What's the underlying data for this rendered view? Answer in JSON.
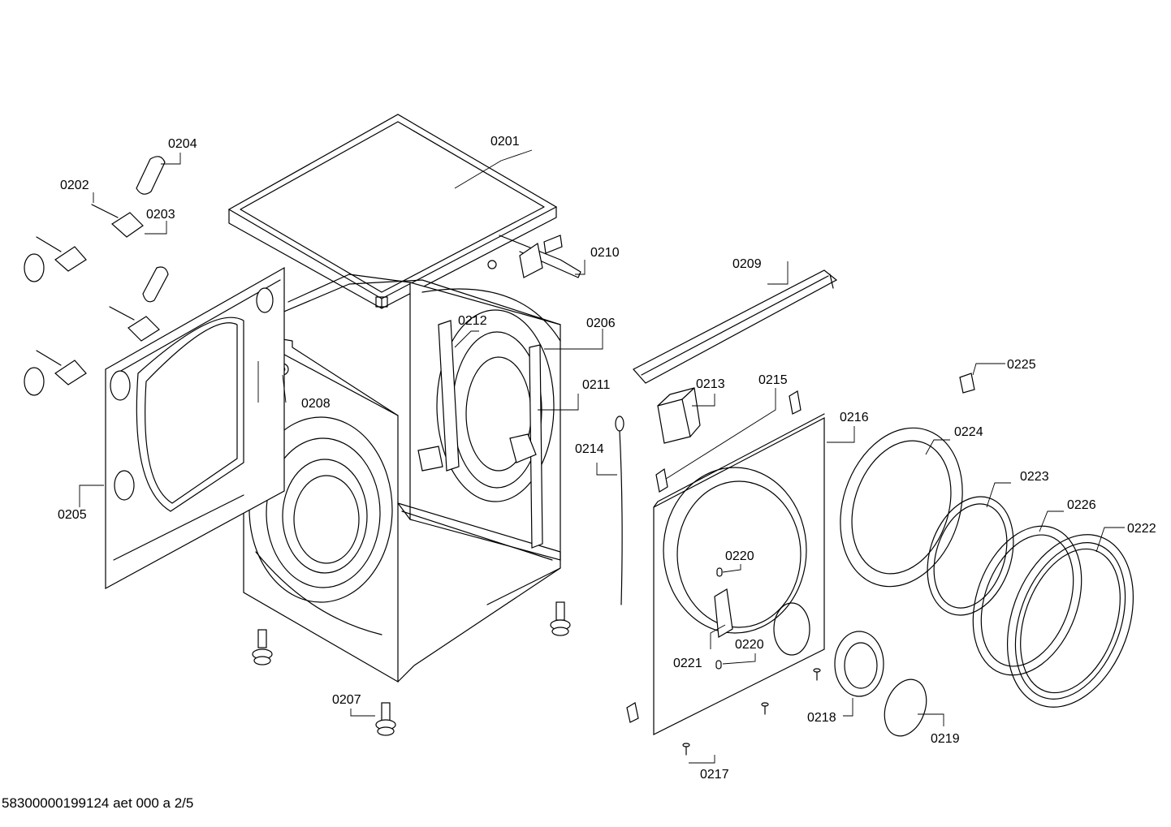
{
  "document_code": "58300000199124 aet 000 a 2/5",
  "parts": [
    {
      "id": "p0201",
      "label": "0201"
    },
    {
      "id": "p0202",
      "label": "0202"
    },
    {
      "id": "p0203",
      "label": "0203"
    },
    {
      "id": "p0204",
      "label": "0204"
    },
    {
      "id": "p0205",
      "label": "0205"
    },
    {
      "id": "p0206",
      "label": "0206"
    },
    {
      "id": "p0207",
      "label": "0207"
    },
    {
      "id": "p0208",
      "label": "0208"
    },
    {
      "id": "p0209",
      "label": "0209"
    },
    {
      "id": "p0210",
      "label": "0210"
    },
    {
      "id": "p0211",
      "label": "0211"
    },
    {
      "id": "p0212",
      "label": "0212"
    },
    {
      "id": "p0213",
      "label": "0213"
    },
    {
      "id": "p0214",
      "label": "0214"
    },
    {
      "id": "p0215",
      "label": "0215"
    },
    {
      "id": "p0216",
      "label": "0216"
    },
    {
      "id": "p0217",
      "label": "0217"
    },
    {
      "id": "p0218",
      "label": "0218"
    },
    {
      "id": "p0219",
      "label": "0219"
    },
    {
      "id": "p0220a",
      "label": "0220"
    },
    {
      "id": "p0220b",
      "label": "0220"
    },
    {
      "id": "p0221",
      "label": "0221"
    },
    {
      "id": "p0222",
      "label": "0222"
    },
    {
      "id": "p0223",
      "label": "0223"
    },
    {
      "id": "p0224",
      "label": "0224"
    },
    {
      "id": "p0225",
      "label": "0225"
    },
    {
      "id": "p0226",
      "label": "0226"
    }
  ]
}
